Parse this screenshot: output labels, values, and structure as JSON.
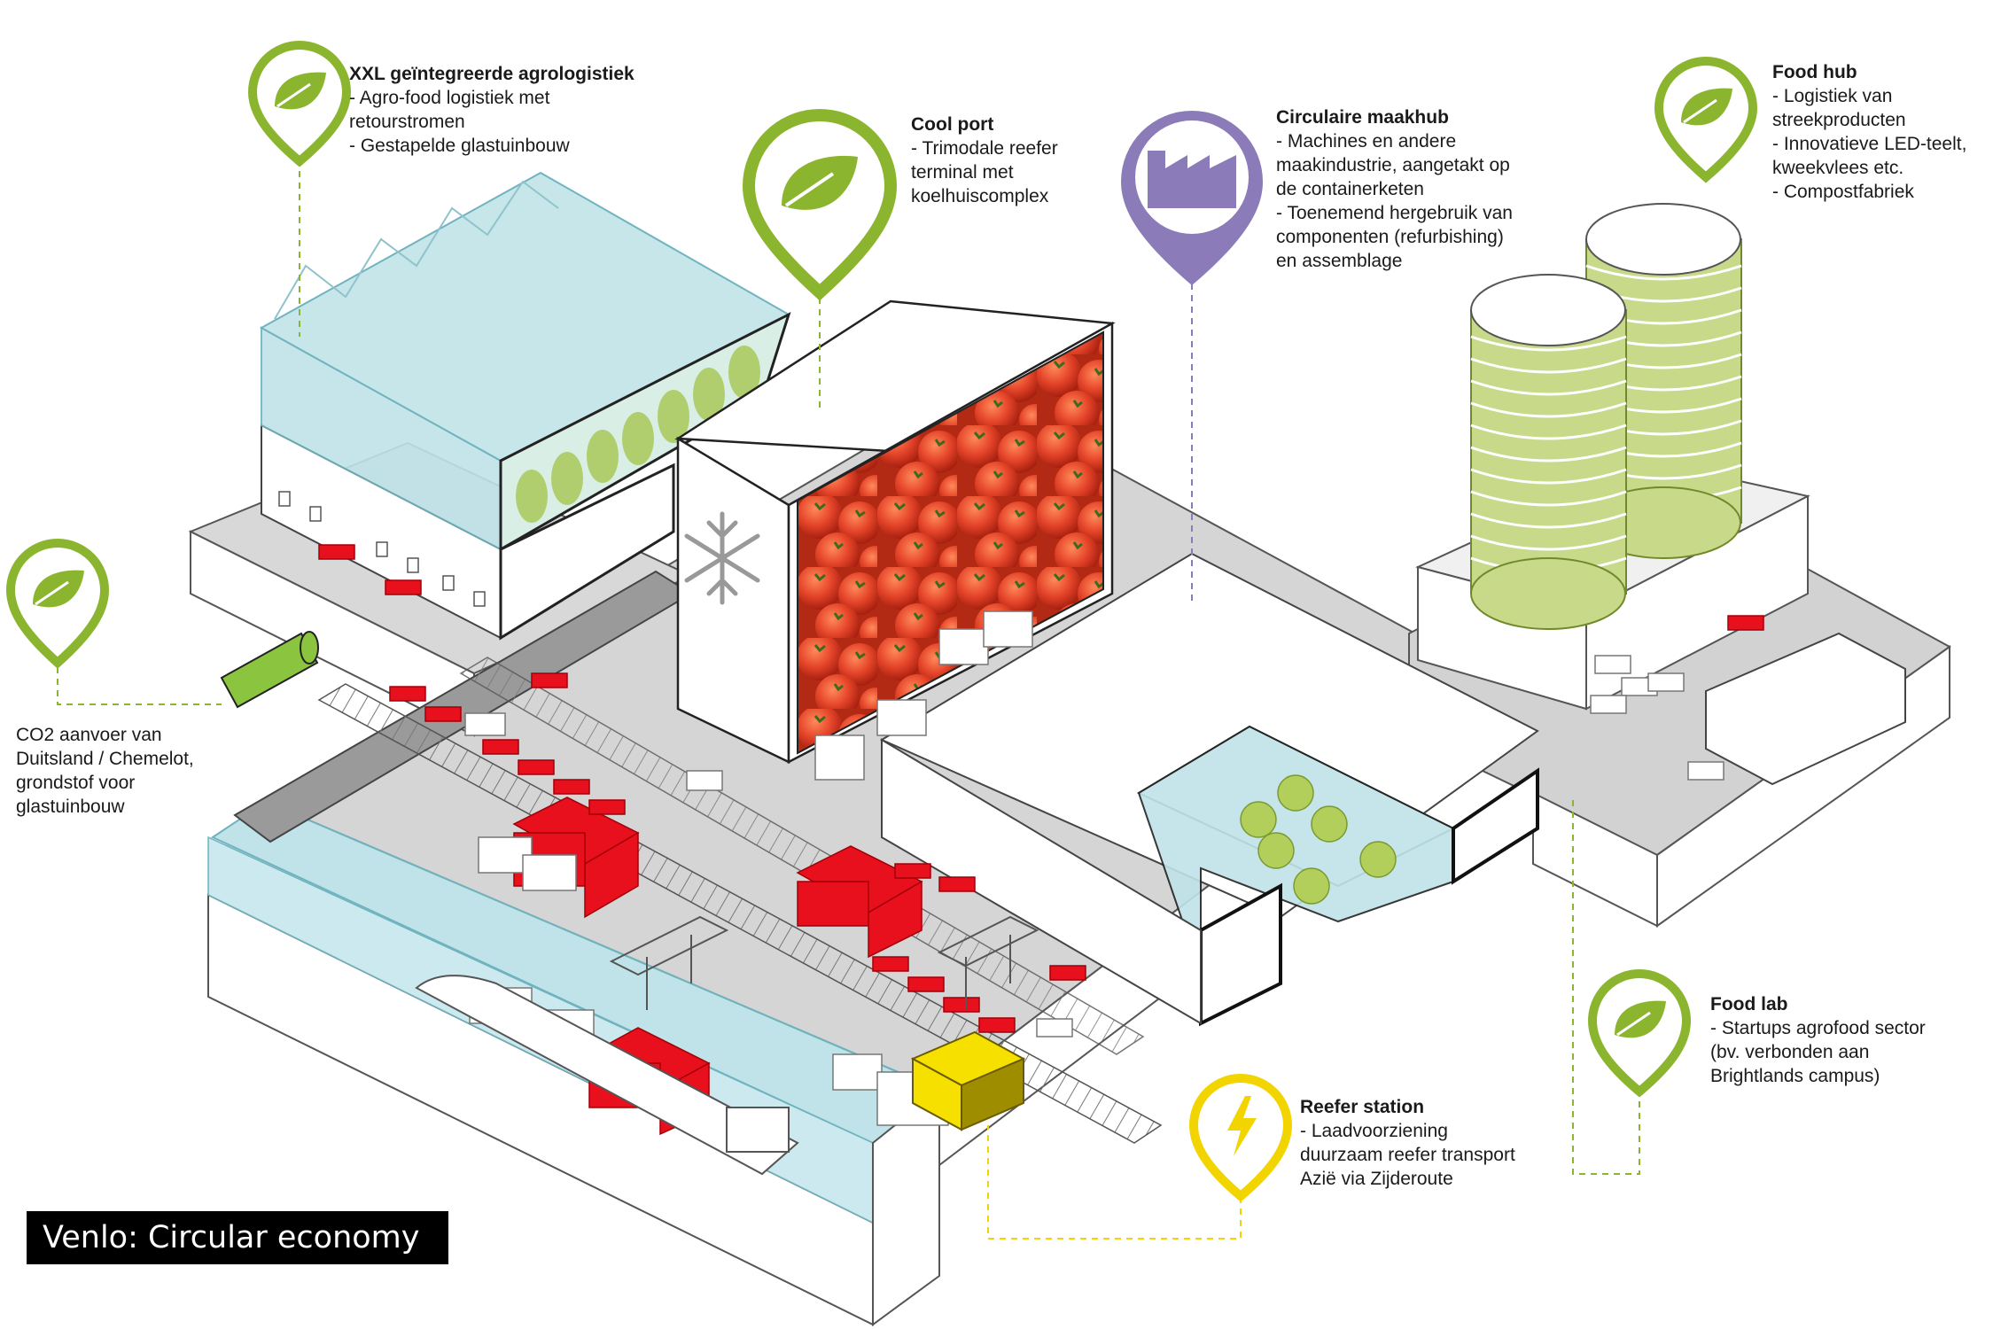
{
  "colors": {
    "leaf_green": "#8bb52f",
    "factory_purple": "#8b7bb8",
    "reefer_yellow": "#f2d500",
    "container_red": "#e8101c",
    "glass_blue": "#bfe3e8",
    "ground_grey": "#cfcfcf"
  },
  "markers": [
    {
      "name": "xxl-pin",
      "icon": "leaf-icon",
      "color": "#8bb52f"
    },
    {
      "name": "coolport-pin",
      "icon": "leaf-icon",
      "color": "#8bb52f"
    },
    {
      "name": "maakhub-pin",
      "icon": "factory-icon",
      "color": "#8b7bb8"
    },
    {
      "name": "foodhub-pin",
      "icon": "leaf-icon",
      "color": "#8bb52f"
    },
    {
      "name": "co2-pin",
      "icon": "leaf-icon",
      "color": "#8bb52f"
    },
    {
      "name": "foodlab-pin",
      "icon": "leaf-icon",
      "color": "#8bb52f"
    },
    {
      "name": "reefer-pin",
      "icon": "lightning-icon",
      "color": "#f2d500"
    }
  ],
  "labels": {
    "xxl": {
      "title": "XXL geïntegreerde agrologistiek",
      "lines": [
        "- Agro-food logistiek met",
        "retourstromen",
        "- Gestapelde glastuinbouw"
      ]
    },
    "coolport": {
      "title": "Cool port",
      "lines": [
        "- Trimodale reefer",
        "terminal met",
        "koelhuiscomplex"
      ]
    },
    "maakhub": {
      "title": "Circulaire maakhub",
      "lines": [
        "- Machines en andere",
        "maakindustrie, aangetakt op",
        "de containerketen",
        "- Toenemend hergebruik van",
        "componenten (refurbishing)",
        "en assemblage"
      ]
    },
    "foodhub": {
      "title": "Food hub",
      "lines": [
        "- Logistiek van",
        "streekproducten",
        "- Innovatieve LED-teelt,",
        "kweekvlees etc.",
        "- Compostfabriek"
      ]
    },
    "co2": {
      "lines": [
        "CO2 aanvoer van",
        "Duitsland / Chemelot,",
        "grondstof voor",
        "glastuinbouw"
      ]
    },
    "foodlab": {
      "title": "Food lab",
      "lines": [
        "- Startups agrofood sector",
        "(bv. verbonden aan",
        "Brightlands campus)"
      ]
    },
    "reefer": {
      "title": "Reefer station",
      "lines": [
        "- Laadvoorziening",
        "duurzaam reefer transport",
        "Azië via Zijderoute"
      ]
    }
  },
  "caption": "Venlo: Circular economy"
}
